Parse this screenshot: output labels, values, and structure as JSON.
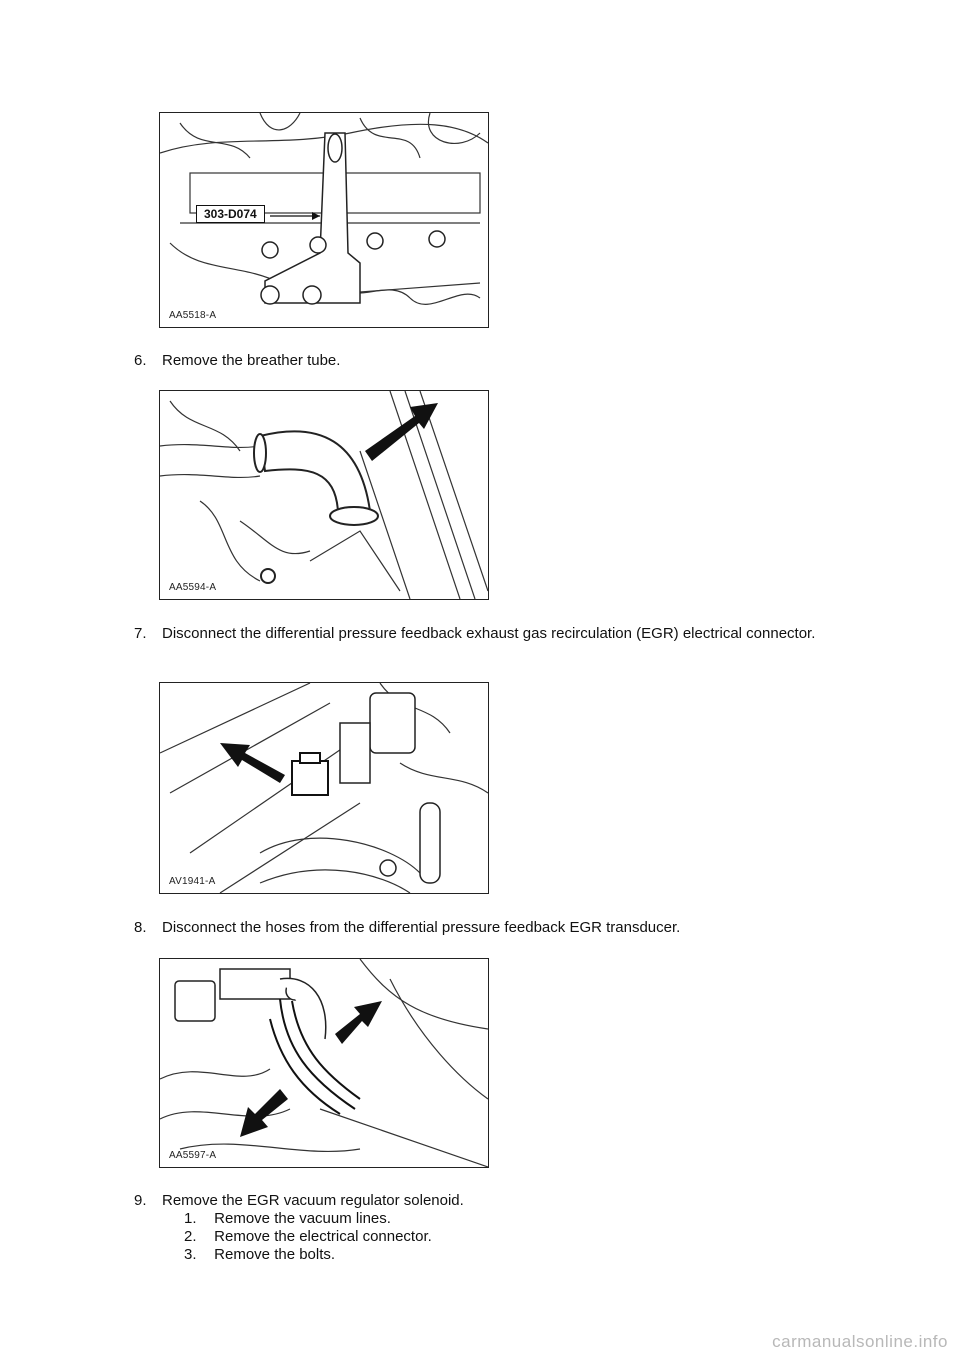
{
  "figures": [
    {
      "code": "AA5518-A",
      "callout": "303-D074"
    },
    {
      "code": "AA5594-A"
    },
    {
      "code": "AV1941-A"
    },
    {
      "code": "AA5597-A"
    }
  ],
  "steps": [
    {
      "number": "6.",
      "text": "Remove the breather tube."
    },
    {
      "number": "7.",
      "text": "Disconnect the differential pressure feedback exhaust gas recirculation (EGR) electrical connector."
    },
    {
      "number": "8.",
      "text": "Disconnect the hoses from the differential pressure feedback EGR transducer."
    },
    {
      "number": "9.",
      "text": "Remove the EGR vacuum regulator solenoid.",
      "substeps": [
        {
          "number": "1.",
          "text": "Remove the vacuum lines."
        },
        {
          "number": "2.",
          "text": "Remove the electrical connector."
        },
        {
          "number": "3.",
          "text": "Remove the bolts."
        }
      ]
    }
  ],
  "footer": {
    "watermark": "carmanualsonline.info"
  }
}
